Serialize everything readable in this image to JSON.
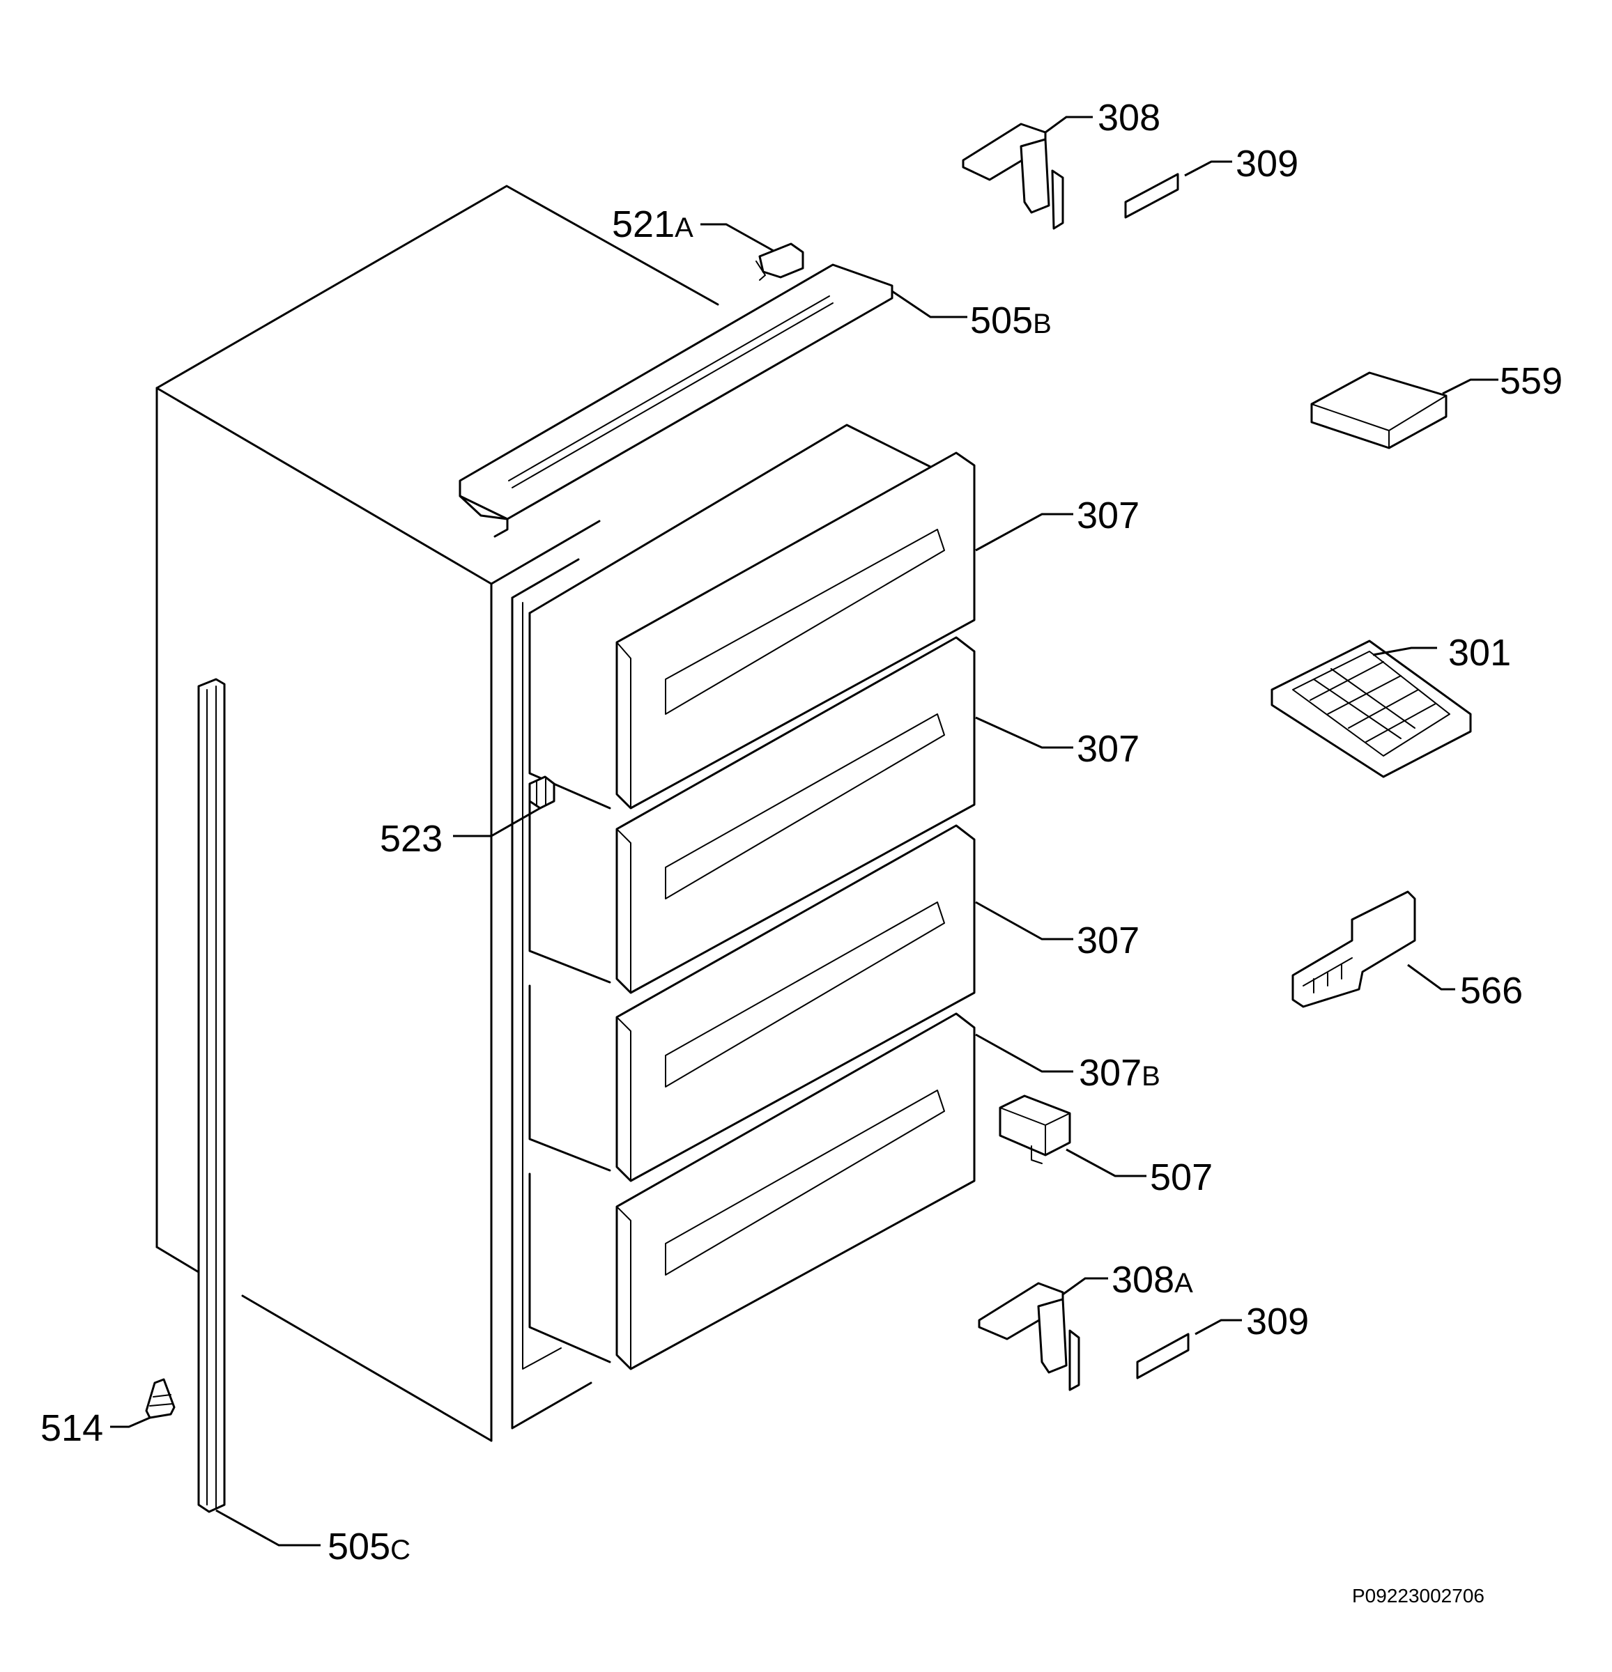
{
  "diagram": {
    "drawing_code": "P09223002706",
    "parts": [
      {
        "id": "p308",
        "number": "308",
        "suffix": ""
      },
      {
        "id": "p309a",
        "number": "309",
        "suffix": ""
      },
      {
        "id": "p521a",
        "number": "521",
        "suffix": "A"
      },
      {
        "id": "p505b",
        "number": "505",
        "suffix": "B"
      },
      {
        "id": "p559",
        "number": "559",
        "suffix": ""
      },
      {
        "id": "p307a",
        "number": "307",
        "suffix": ""
      },
      {
        "id": "p301",
        "number": "301",
        "suffix": ""
      },
      {
        "id": "p307b",
        "number": "307",
        "suffix": ""
      },
      {
        "id": "p523",
        "number": "523",
        "suffix": ""
      },
      {
        "id": "p307c",
        "number": "307",
        "suffix": ""
      },
      {
        "id": "p566",
        "number": "566",
        "suffix": ""
      },
      {
        "id": "p307d",
        "number": "307",
        "suffix": "B"
      },
      {
        "id": "p507",
        "number": "507",
        "suffix": ""
      },
      {
        "id": "p308a",
        "number": "308",
        "suffix": "A"
      },
      {
        "id": "p309b",
        "number": "309",
        "suffix": ""
      },
      {
        "id": "p514",
        "number": "514",
        "suffix": ""
      },
      {
        "id": "p505c",
        "number": "505",
        "suffix": "C"
      }
    ]
  }
}
